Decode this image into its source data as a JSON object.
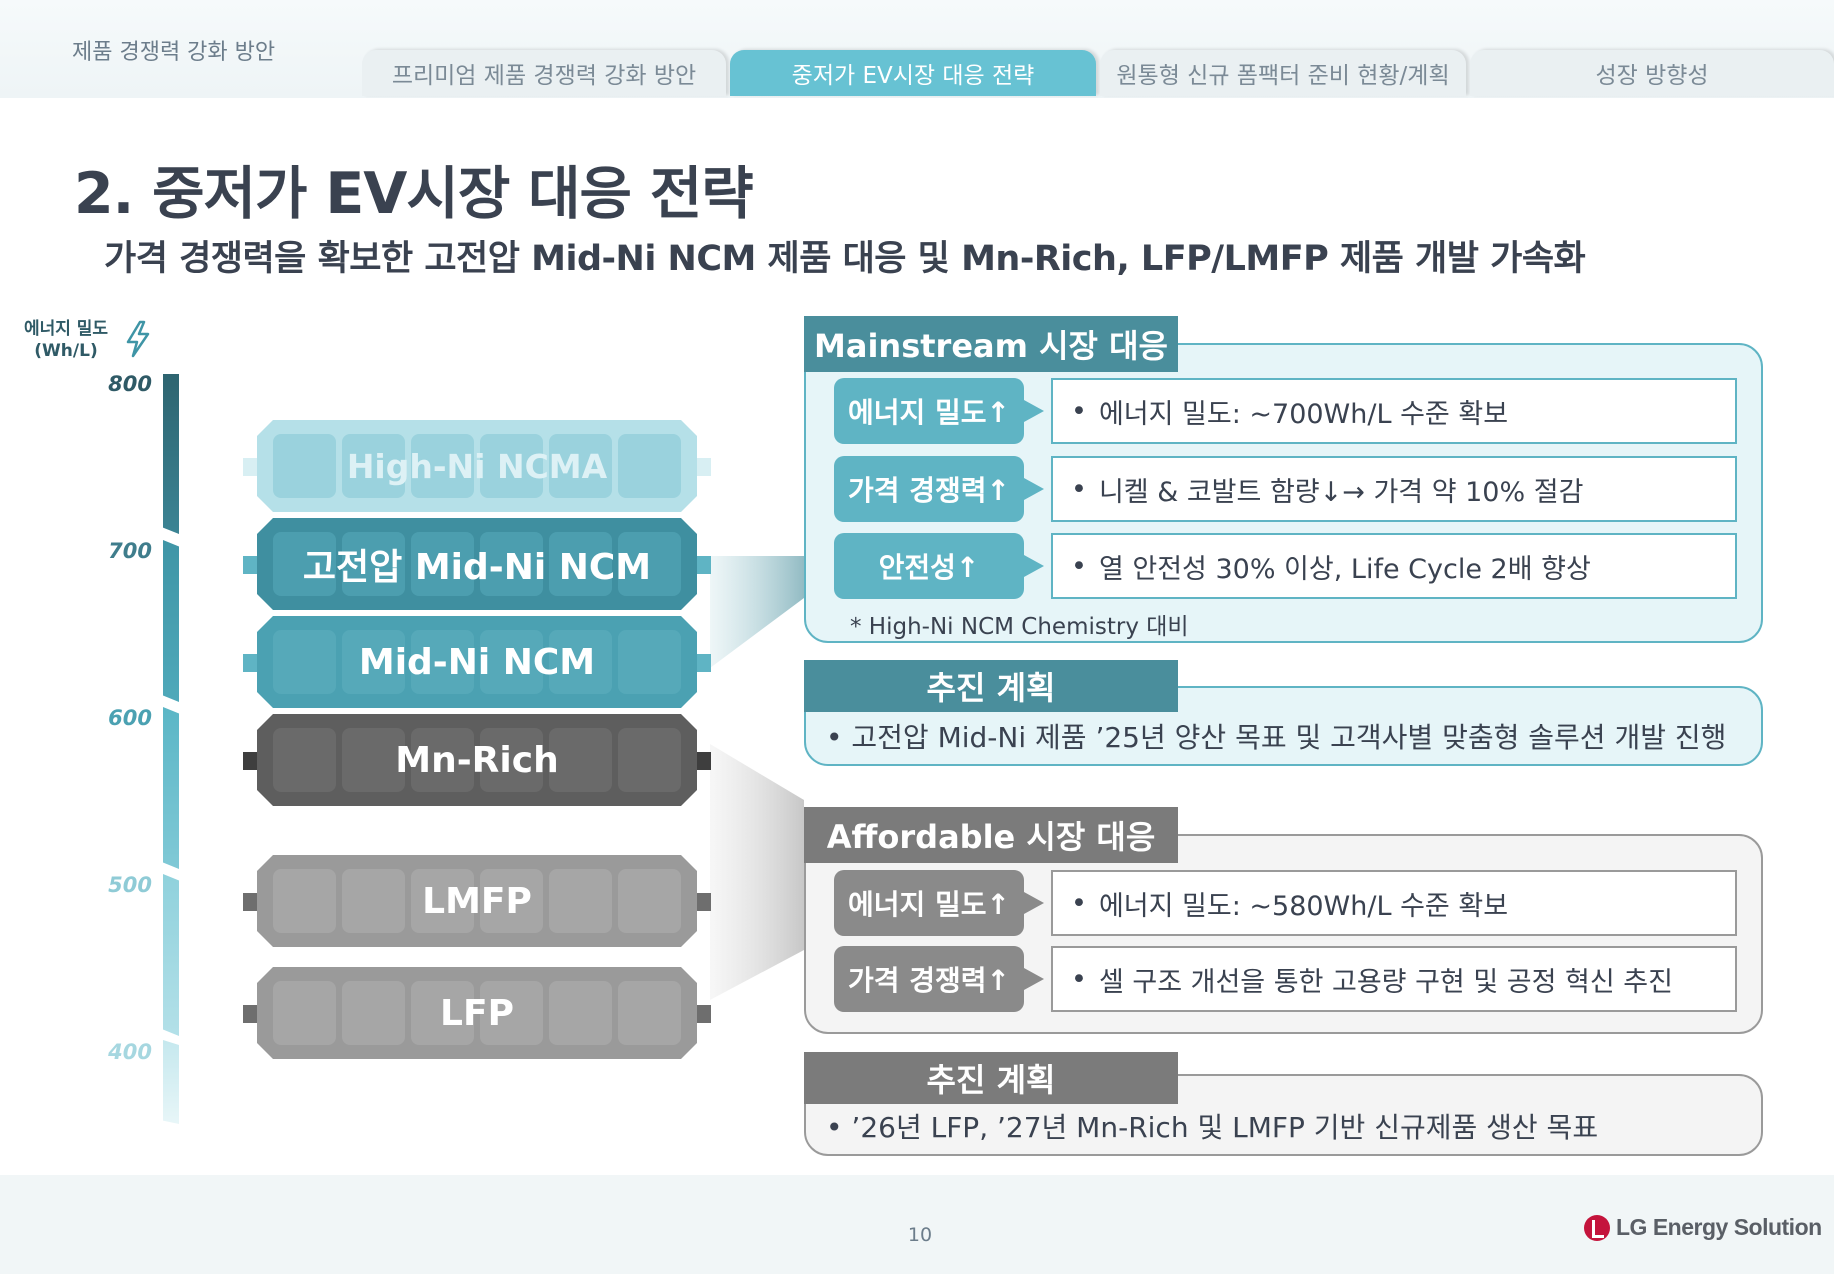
{
  "header": {
    "section_label": "제품 경쟁력 강화 방안",
    "tabs": [
      {
        "label": "프리미엄 제품 경쟁력 강화 방안",
        "active": false
      },
      {
        "label": "중저가 EV시장 대응 전략",
        "active": true
      },
      {
        "label": "원통형 신규 폼팩터 준비 현황/계획",
        "active": false
      },
      {
        "label": "성장 방향성",
        "active": false
      }
    ]
  },
  "title": "2. 중저가 EV시장 대응 전략",
  "subtitle": "가격 경쟁력을 확보한 고전압 Mid-Ni NCM 제품 대응 및 Mn-Rich, LFP/LMFP 제품 개발 가속화",
  "axis": {
    "title": "에너지 밀도\n(Wh/L)",
    "icon": "lightning-bolt-icon",
    "ticks": [
      "800",
      "700",
      "600",
      "500",
      "400"
    ]
  },
  "packs": [
    {
      "label": "High-Ni NCMA",
      "theme": "faded-teal"
    },
    {
      "label": "고전압 Mid-Ni NCM",
      "theme": "teal"
    },
    {
      "label": "Mid-Ni NCM",
      "theme": "teal"
    },
    {
      "label": "Mn-Rich",
      "theme": "dark-gray"
    },
    {
      "label": "LMFP",
      "theme": "gray"
    },
    {
      "label": "LFP",
      "theme": "gray"
    }
  ],
  "mainstream": {
    "header": "Mainstream 시장 대응",
    "rows": [
      {
        "pill": "에너지 밀도↑",
        "bullet": "•",
        "text": "에너지 밀도: ~700Wh/L 수준 확보"
      },
      {
        "pill": "가격 경쟁력↑",
        "bullet": "•",
        "text": "니켈 & 코발트 함량↓→ 가격 약 10% 절감"
      },
      {
        "pill": "안전성↑",
        "bullet": "•",
        "text": "열 안전성 30% 이상, Life Cycle 2배 향상"
      }
    ],
    "note": "* High-Ni NCM Chemistry 대비",
    "plan_header": "추진 계획",
    "plan_text": "• 고전압 Mid-Ni 제품 ’25년 양산 목표 및 고객사별 맞춤형 솔루션 개발 진행"
  },
  "affordable": {
    "header": "Affordable 시장 대응",
    "rows": [
      {
        "pill": "에너지 밀도↑",
        "bullet": "•",
        "text": "에너지 밀도: ~580Wh/L 수준 확보"
      },
      {
        "pill": "가격 경쟁력↑",
        "bullet": "•",
        "text": "셀 구조 개선을 통한 고용량 구현 및 공정 혁신 추진"
      }
    ],
    "plan_header": "추진 계획",
    "plan_text": "• ’26년 LFP, ’27년 Mn-Rich 및 LMFP 기반 신규제품 생산 목표"
  },
  "colors": {
    "teal": "#4ba1b2",
    "teal_dark": "#4a8e9c",
    "teal_light": "#e6f5f8",
    "gray": "#7b7b7b",
    "gray_light": "#f4f4f4"
  },
  "footer": {
    "page_number": "10",
    "brand": "LG Energy Solution"
  }
}
